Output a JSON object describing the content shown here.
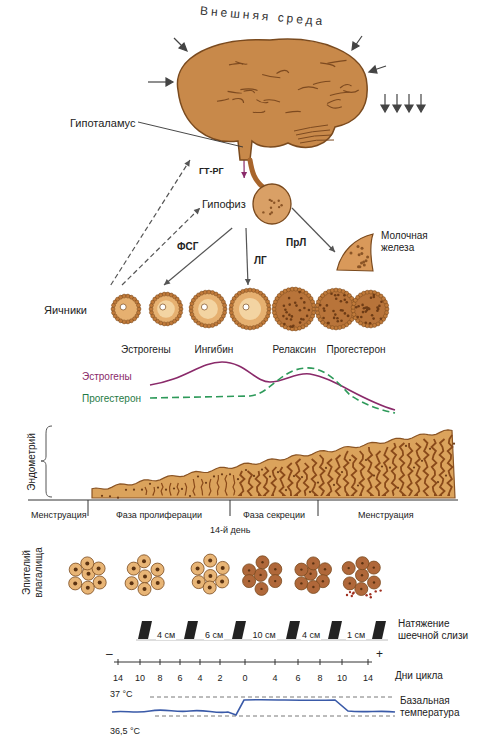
{
  "diagram": {
    "nodes": [
      {
        "text": [
          "Гипоталамус"
        ]
      },
      {
        "text": [
          "Гипофиз"
        ]
      },
      {
        "text": [
          "Молочная железа"
        ]
      },
      {
        "text": [
          "Яичники"
        ]
      }
    ],
    "edges": [
      {
        "from": 0,
        "to": 1,
        "arrow": "to",
        "label": "ГТ-РГ"
      },
      {
        "from": 1,
        "to": 3,
        "arrow": "to",
        "label": "ФСГ"
      },
      {
        "from": 1,
        "to": 3,
        "arrow": "to",
        "label": "ЛГ"
      },
      {
        "from": 1,
        "to": 2,
        "arrow": "to",
        "label": "ПрЛ"
      },
      {
        "from": 3,
        "to": 0,
        "arrow": "to"
      },
      {
        "from": 3,
        "to": 1,
        "arrow": "to"
      }
    ],
    "labels": [
      "Внешняя среда",
      "Эстрогены",
      "Ингибин",
      "Релаксин",
      "Прогестерон",
      "Эстрогены",
      "Прогестерон",
      "Эндометрий",
      "Менструация",
      "Фаза пролиферации",
      "Фаза секреции",
      "Менструация",
      "14-й день",
      "Эпителий влагалища",
      "4 см",
      "6 см",
      "10 см",
      "4 см",
      "1 см",
      "Натяжение шеечной слизи",
      "–",
      "+",
      "14",
      "10",
      "8",
      "6",
      "4",
      "2",
      "0",
      "4",
      "6",
      "8",
      "10",
      "14",
      "Дни цикла",
      "37 °C",
      "36,5 °C",
      "Базальная температура"
    ]
  }
}
